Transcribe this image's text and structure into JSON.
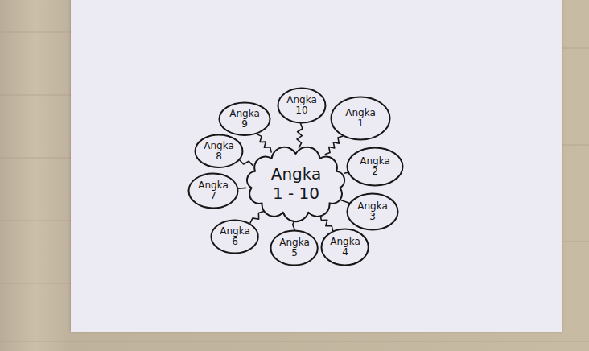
{
  "diagram": {
    "nodes": [
      {
        "text": [
          "Angka 1 - 10"
        ]
      },
      {
        "text": [
          "Angka 1"
        ]
      },
      {
        "text": [
          "Angka 2"
        ]
      },
      {
        "text": [
          "Angka 3"
        ]
      },
      {
        "text": [
          "Angka 4"
        ]
      },
      {
        "text": [
          "Angka 5"
        ]
      },
      {
        "text": [
          "Angka 6"
        ]
      },
      {
        "text": [
          "Angka 7"
        ]
      },
      {
        "text": [
          "Angka 8"
        ]
      },
      {
        "text": [
          "Angka 9"
        ]
      },
      {
        "text": [
          "Angka 10"
        ]
      }
    ],
    "edges": [
      {
        "from": 0,
        "to": 1,
        "arrow": "none"
      },
      {
        "from": 0,
        "to": 2,
        "arrow": "none"
      },
      {
        "from": 0,
        "to": 3,
        "arrow": "none"
      },
      {
        "from": 0,
        "to": 4,
        "arrow": "none"
      },
      {
        "from": 0,
        "to": 5,
        "arrow": "none"
      },
      {
        "from": 0,
        "to": 6,
        "arrow": "none"
      },
      {
        "from": 0,
        "to": 7,
        "arrow": "none"
      },
      {
        "from": 0,
        "to": 8,
        "arrow": "none"
      },
      {
        "from": 0,
        "to": 9,
        "arrow": "none"
      },
      {
        "from": 0,
        "to": 10,
        "arrow": "none"
      }
    ]
  }
}
